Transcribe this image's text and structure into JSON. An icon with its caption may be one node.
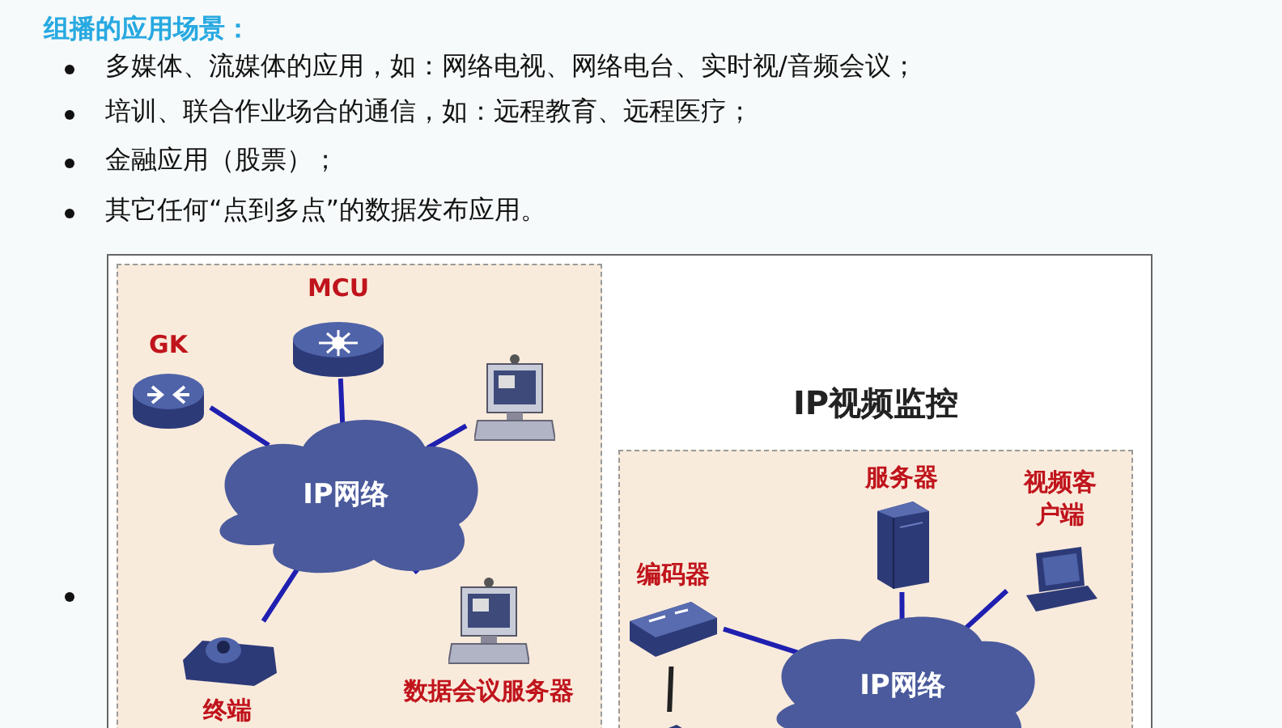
{
  "diagram": {
    "title": "组播的应用场景：",
    "nodes": [
      {
        "text": [],
        "shape": "box"
      },
      {
        "text": [
          "IP网络"
        ],
        "in": 0
      },
      {
        "text": [
          "GK"
        ],
        "in": 0
      },
      {
        "text": [
          "MCU"
        ],
        "in": 0
      },
      {
        "text": [],
        "shape": "picture",
        "in": 0
      },
      {
        "text": [
          "终端"
        ],
        "in": 0
      },
      {
        "text": [
          "数据会议服务器"
        ],
        "in": 0
      },
      {
        "text": [
          "IP视频监控"
        ]
      },
      {
        "text": [
          "IP网络"
        ],
        "in": 7
      },
      {
        "text": [
          "服务器"
        ],
        "in": 7
      },
      {
        "text": [
          "视频客户端"
        ],
        "in": 7
      },
      {
        "text": [
          "编码器"
        ],
        "in": 7
      },
      {
        "text": [],
        "shape": "picture",
        "in": 7
      }
    ],
    "edges": [
      {
        "from": 1,
        "to": 2,
        "arrow": "none"
      },
      {
        "from": 1,
        "to": 3,
        "arrow": "none"
      },
      {
        "from": 1,
        "to": 4,
        "arrow": "none"
      },
      {
        "from": 1,
        "to": 5,
        "arrow": "none"
      },
      {
        "from": 1,
        "to": 6,
        "arrow": "none"
      },
      {
        "from": 8,
        "to": 9,
        "arrow": "none"
      },
      {
        "from": 8,
        "to": 10,
        "arrow": "none"
      },
      {
        "from": 8,
        "to": 11,
        "arrow": "none"
      },
      {
        "from": 11,
        "to": 12,
        "arrow": "none",
        "color": "#222222"
      }
    ],
    "labels": [
      "多媒体、流媒体的应用，如：网络电视、网络电台、实时视/音频会议；",
      "培训、联合作业场合的通信，如：远程教育、远程医疗；",
      "金融应用（股票）；",
      "其它任何“点到多点”的数据发布应用。"
    ]
  }
}
